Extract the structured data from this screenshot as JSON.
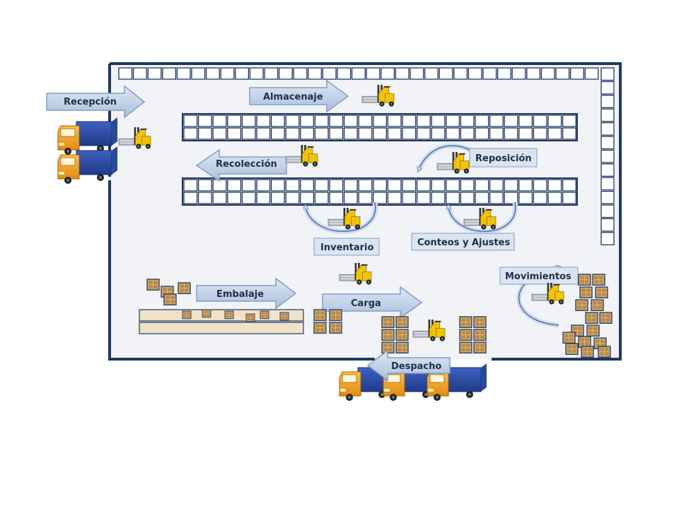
{
  "labels": {
    "recepcion": "Recepción",
    "almacenaje": "Almacenaje",
    "recoleccion": "Recolección",
    "reposicion": "Reposición",
    "inventario": "Inventario",
    "conteos": "Conteos y Ajustes",
    "movimientos": "Movimientos",
    "embalaje": "Embalaje",
    "carga": "Carga",
    "despacho": "Despacho"
  },
  "colors": {
    "wall": "#1f3864",
    "floor": "#f2f3f7",
    "rack_cell": "#ffffff",
    "rack_border": "#1f3864",
    "arrow_fill": "#b8cce4",
    "arrow_stroke": "#7f9fc9",
    "truck_cab": "#f0a030",
    "truck_box": "#2e4da0",
    "forklift": "#f2c300",
    "box": "#c8a060"
  },
  "icons": [
    "truck-icon",
    "forklift-icon",
    "pallet-box-icon",
    "arrow-right-icon",
    "arrow-left-icon",
    "cycle-arrow-icon"
  ]
}
